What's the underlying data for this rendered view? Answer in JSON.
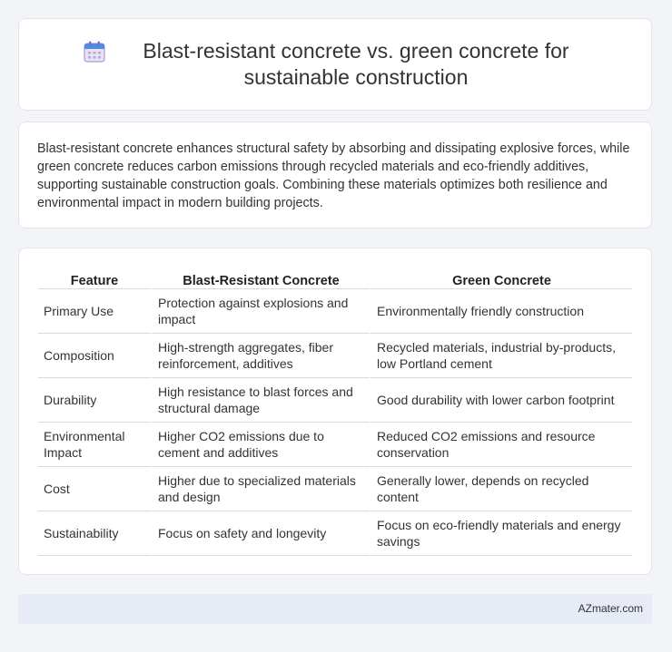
{
  "header": {
    "title": "Blast-resistant concrete vs. green concrete for sustainable construction",
    "icon": "calendar-icon"
  },
  "intro": {
    "text": "Blast-resistant concrete enhances structural safety by absorbing and dissipating explosive forces, while green concrete reduces carbon emissions through recycled materials and eco-friendly additives, supporting sustainable construction goals. Combining these materials optimizes both resilience and environmental impact in modern building projects."
  },
  "table": {
    "headers": [
      "Feature",
      "Blast-Resistant Concrete",
      "Green Concrete"
    ],
    "rows": [
      [
        "Primary Use",
        "Protection against explosions and impact",
        "Environmentally friendly construction"
      ],
      [
        "Composition",
        "High-strength aggregates, fiber reinforcement, additives",
        "Recycled materials, industrial by-products, low Portland cement"
      ],
      [
        "Durability",
        "High resistance to blast forces and structural damage",
        "Good durability with lower carbon footprint"
      ],
      [
        "Environmental Impact",
        "Higher CO2 emissions due to cement and additives",
        "Reduced CO2 emissions and resource conservation"
      ],
      [
        "Cost",
        "Higher due to specialized materials and design",
        "Generally lower, depends on recycled content"
      ],
      [
        "Sustainability",
        "Focus on safety and longevity",
        "Focus on eco-friendly materials and energy savings"
      ]
    ]
  },
  "footer": {
    "text": "AZmater.com"
  },
  "colors": {
    "background": "#f2f4f8",
    "card": "#ffffff",
    "footer": "#e6ebf5"
  }
}
